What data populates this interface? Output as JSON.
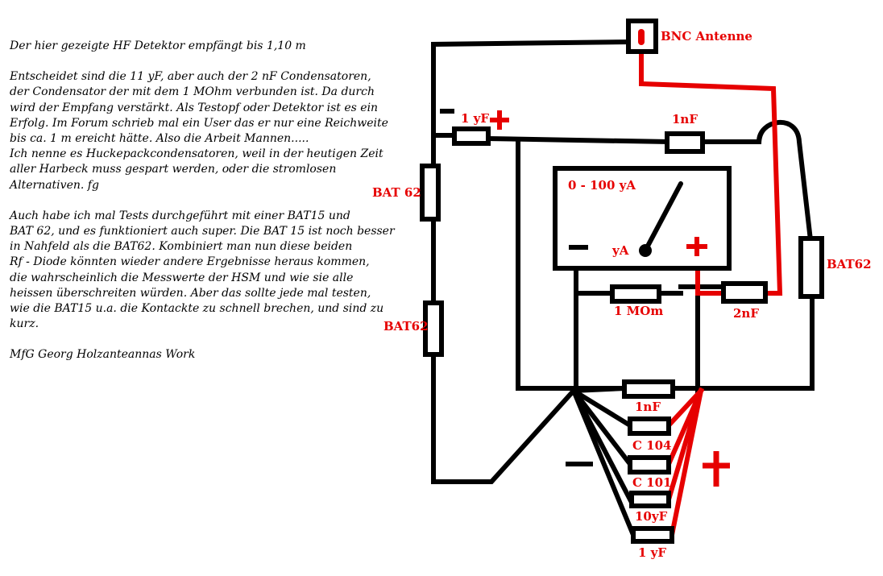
{
  "text": {
    "heading": "Der hier gezeigte HF Detektor empfängt bis 1,10 m",
    "para1": "Entscheidet sind die 11 yF, aber auch der 2 nF Condensatoren,\nder Condensator der mit dem 1 MOhm verbunden ist. Da durch\nwird der Empfang verstärkt. Als Testopf oder Detektor ist es ein\nErfolg. Im Forum schrieb mal ein User das er nur eine Reichweite\nbis ca. 1 m ereicht hätte. Also die Arbeit Mannen.....\nIch nenne es Huckepackcondensatoren, weil in der heutigen Zeit\naller Harbeck muss gespart werden, oder die stromlosen\nAlternativen. fg",
    "para2": "Auch habe ich mal Tests durchgeführt mit einer BAT15 und\nBAT 62, und es funktioniert auch super. Die BAT 15 ist noch besser\nin Nahfeld als die BAT62. Kombiniert man nun diese beiden\nRf - Diode könnten wieder andere Ergebnisse heraus kommen,\ndie wahrscheinlich die Messwerte der HSM und wie sie alle\nheissen überschreiten würden. Aber das sollte jede mal testen,\nwie die BAT15 u.a. die Kontackte zu schnell brechen, und sind zu\nkurz.",
    "signature": "MfG Georg Holzanteannas Work"
  },
  "labels": {
    "bnc": "BNC Antenne",
    "cap_1yf_top": "1 yF",
    "cap_1nf_top": "1nF",
    "bat62_left_top": "BAT 62",
    "bat62_left_bottom": "BAT62",
    "bat62_right": "BAT62",
    "meter_range": "0 - 100 yA",
    "meter_unit": "yA",
    "resistor": "1 MOm",
    "cap_2nf": "2nF",
    "cap_1nf_bottom": "1nF",
    "cap_c104": "C 104",
    "cap_c101": "C 101",
    "cap_10yf": "10yF",
    "cap_1yf_bottom": "1 yF"
  },
  "colors": {
    "wire": "#000000",
    "positive": "#e60000",
    "label": "#e60000"
  }
}
